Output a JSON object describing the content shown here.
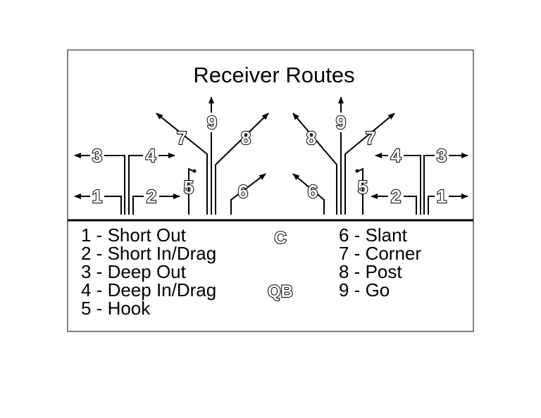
{
  "title": "Receiver Routes",
  "route_numbers": {
    "n1": "1",
    "n2": "2",
    "n3": "3",
    "n4": "4",
    "n5": "5",
    "n6": "6",
    "n7": "7",
    "n8": "8",
    "n9": "9"
  },
  "legend": {
    "left": [
      "1 - Short Out",
      "2 - Short In/Drag",
      "3 - Deep Out",
      "4 - Deep In/Drag",
      "5 - Hook"
    ],
    "right": [
      "6 - Slant",
      "7 - Corner",
      "8 - Post",
      "9 - Go"
    ]
  },
  "positions": {
    "center": "C",
    "quarterback": "QB"
  },
  "colors": {
    "line": "#000000",
    "background": "#ffffff"
  }
}
